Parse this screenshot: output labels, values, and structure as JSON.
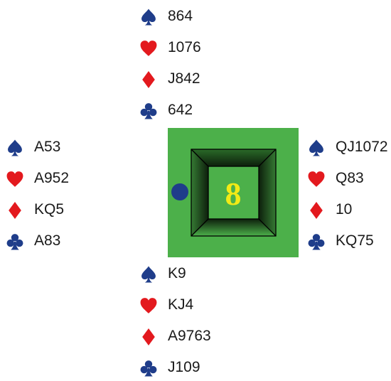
{
  "colors": {
    "table_green": "#4cb04a",
    "black_suit": "#1f3d8a",
    "red_suit": "#e3191e",
    "board_number": "#f2ea16",
    "dealer_marker": "#1f3d8a"
  },
  "board": {
    "number": "8",
    "dealer_side": "west"
  },
  "hands": {
    "north": {
      "spades": "864",
      "hearts": "1076",
      "diamonds": "J842",
      "clubs": "642"
    },
    "west": {
      "spades": "A53",
      "hearts": "A952",
      "diamonds": "KQ5",
      "clubs": "A83"
    },
    "east": {
      "spades": "QJ1072",
      "hearts": "Q83",
      "diamonds": "10",
      "clubs": "KQ75"
    },
    "south": {
      "spades": "K9",
      "hearts": "KJ4",
      "diamonds": "A9763",
      "clubs": "J109"
    }
  },
  "suit_icons": [
    "spade-icon",
    "heart-icon",
    "diamond-icon",
    "club-icon"
  ]
}
